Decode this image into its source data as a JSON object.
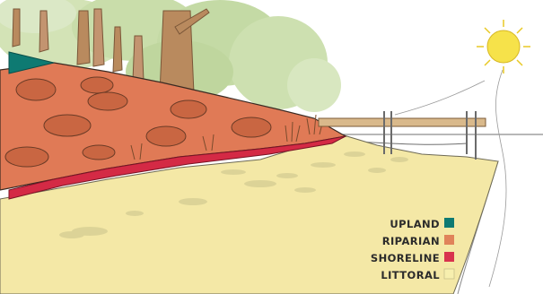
{
  "legend": {
    "items": [
      {
        "label": "UPLAND",
        "color": "#0e7a72",
        "icon": "upland-swatch"
      },
      {
        "label": "RIPARIAN",
        "color": "#e0835a",
        "icon": "riparian-swatch"
      },
      {
        "label": "SHORELINE",
        "color": "#d8334e",
        "icon": "shoreline-swatch"
      },
      {
        "label": "LITTORAL",
        "color": "#f7efae",
        "icon": "littoral-swatch"
      }
    ]
  },
  "colors": {
    "upland": "#0e7a72",
    "riparian": "#e07a56",
    "shoreline": "#d42a45",
    "littoral": "#f4e8a6",
    "foliage": "#c6dca6",
    "trunk": "#b98a5e",
    "dock": "#d9b98b",
    "sun": "#f6e24a",
    "water": "#f7f7f3"
  }
}
